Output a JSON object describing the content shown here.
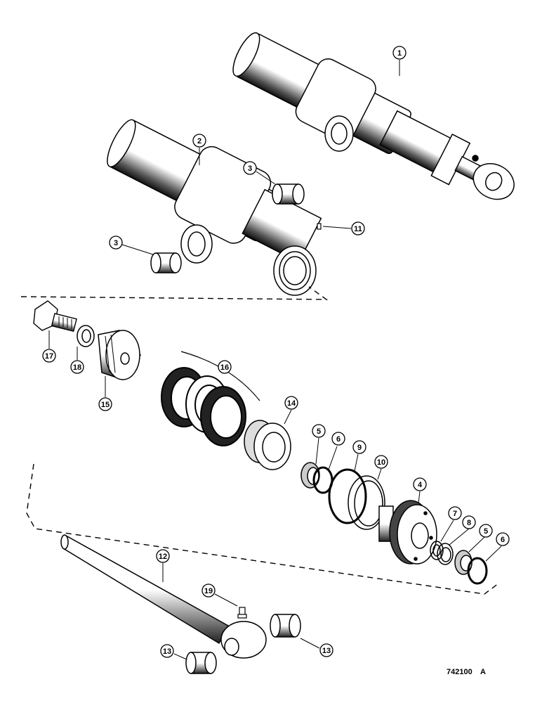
{
  "callouts": {
    "c1": "1",
    "c2": "2",
    "c3a": "3",
    "c3b": "3",
    "c4": "4",
    "c5a": "5",
    "c5b": "5",
    "c6a": "6",
    "c6b": "6",
    "c7": "7",
    "c8": "8",
    "c9": "9",
    "c10": "10",
    "c11": "11",
    "c12": "12",
    "c13a": "13",
    "c13b": "13",
    "c14": "14",
    "c15": "15",
    "c16": "16",
    "c17": "17",
    "c18": "18",
    "c19": "19"
  },
  "drawing_number": "742100",
  "revision": "A"
}
